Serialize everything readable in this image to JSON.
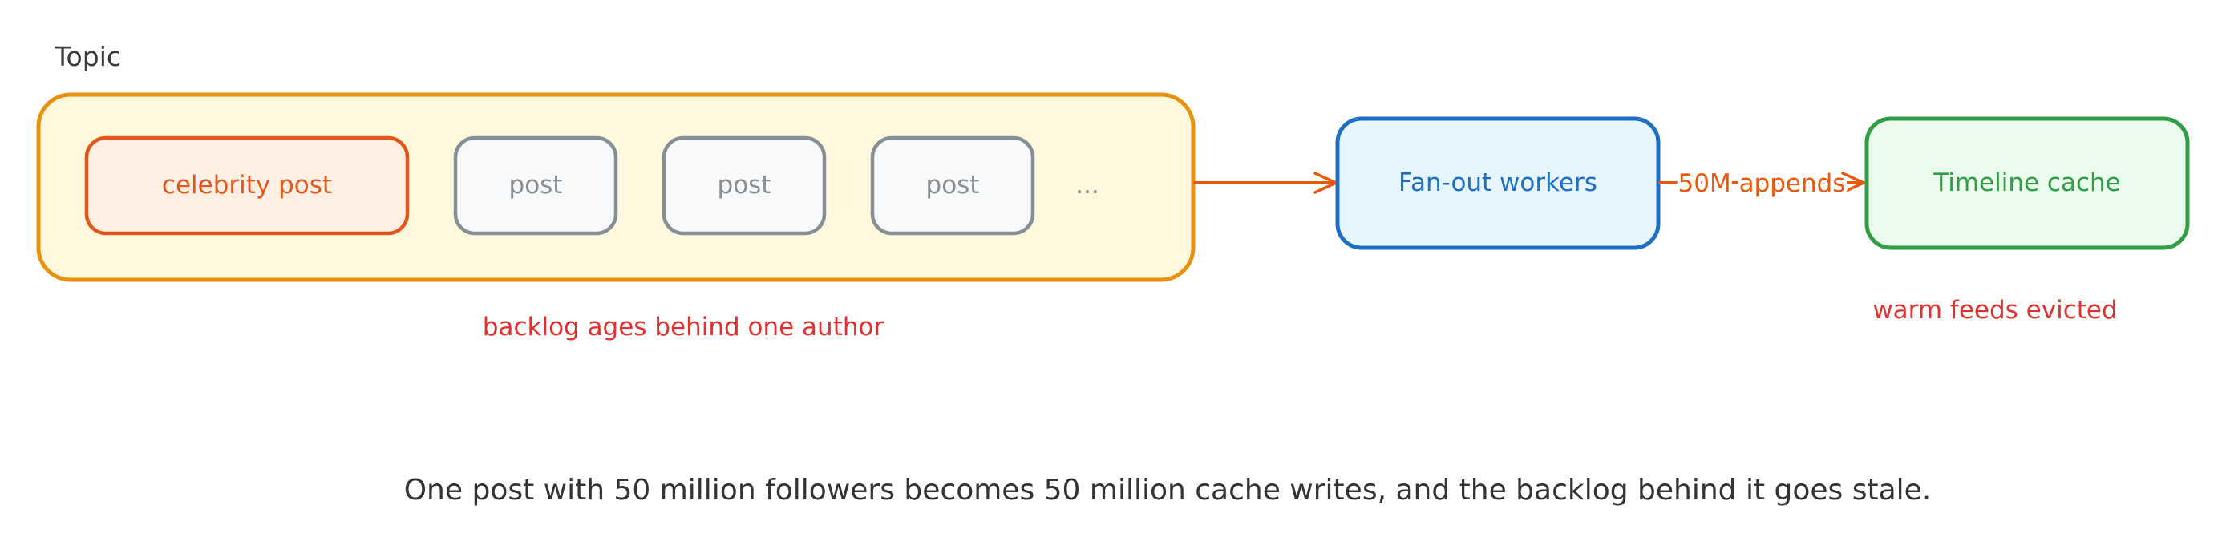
{
  "topic": {
    "label": "Topic",
    "items": [
      "celebrity post",
      "post",
      "post",
      "post"
    ],
    "ellipsis": "...",
    "note": "backlog ages behind one author"
  },
  "workers": {
    "label": "Fan-out workers"
  },
  "edge": {
    "label": "50M appends"
  },
  "cache": {
    "label": "Timeline cache",
    "note": "warm feeds evicted"
  },
  "caption": "One post with 50 million followers becomes 50 million cache writes, and the backlog behind it goes stale.",
  "colors": {
    "topic_fill": "#fff8dc",
    "topic_stroke": "#e8920c",
    "celebrity_fill": "#fff0e3",
    "celebrity_stroke": "#e2571c",
    "post_fill": "#f8f9fa",
    "post_stroke": "#868e96",
    "workers_fill": "#e7f5ff",
    "workers_stroke": "#1c6fc2",
    "cache_fill": "#ebfbee",
    "cache_stroke": "#2f9e44",
    "arrow": "#e8590c",
    "note_red": "#e03131"
  }
}
